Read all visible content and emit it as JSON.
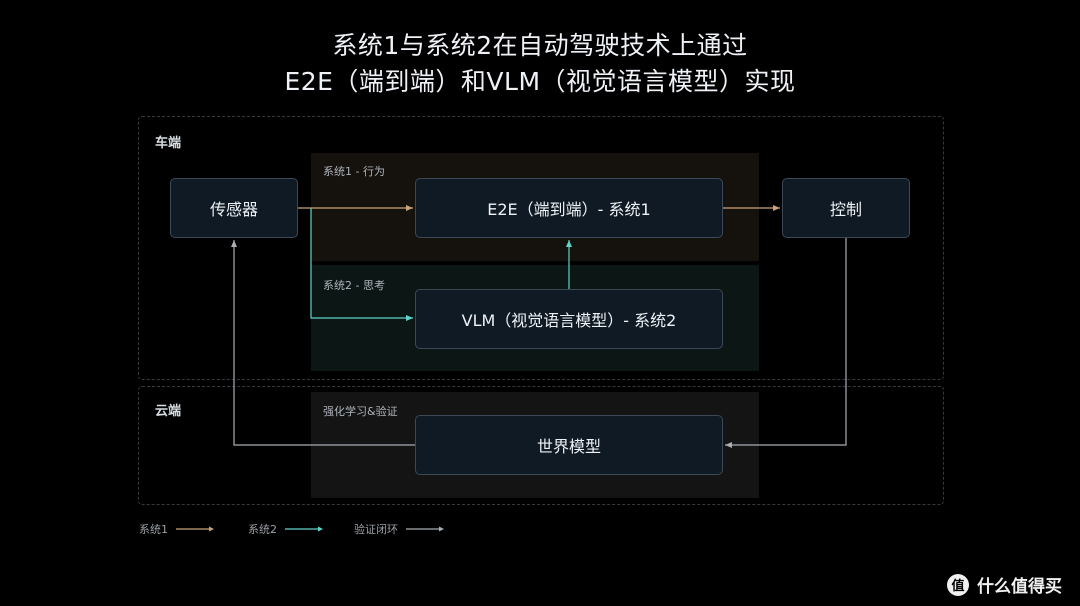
{
  "title": {
    "line1": "系统1与系统2在自动驾驶技术上通过",
    "line2": "E2E（端到端）和VLM（视觉语言模型）实现"
  },
  "zones": {
    "car": "车端",
    "cloud": "云端"
  },
  "panels": {
    "system1": "系统1 - 行为",
    "system2": "系统2 - 思考",
    "rl": "强化学习&验证"
  },
  "nodes": {
    "sensor": "传感器",
    "e2e": "E2E（端到端）- 系统1",
    "control": "控制",
    "vlm": "VLM（视觉语言模型）- 系统2",
    "world": "世界模型"
  },
  "legend": [
    {
      "label": "系统1",
      "color": "#c9a27a"
    },
    {
      "label": "系统2",
      "color": "#5fd4c8"
    },
    {
      "label": "验证闭环",
      "color": "#a8aeb4"
    }
  ],
  "colors": {
    "system1_arrow": "#c9a27a",
    "system2_arrow": "#5fd4c8",
    "loop_arrow": "#a8aeb4",
    "node_bg": "#0f1a24",
    "node_border": "#3b4956"
  },
  "watermark": {
    "icon": "值",
    "text": "什么值得买"
  }
}
